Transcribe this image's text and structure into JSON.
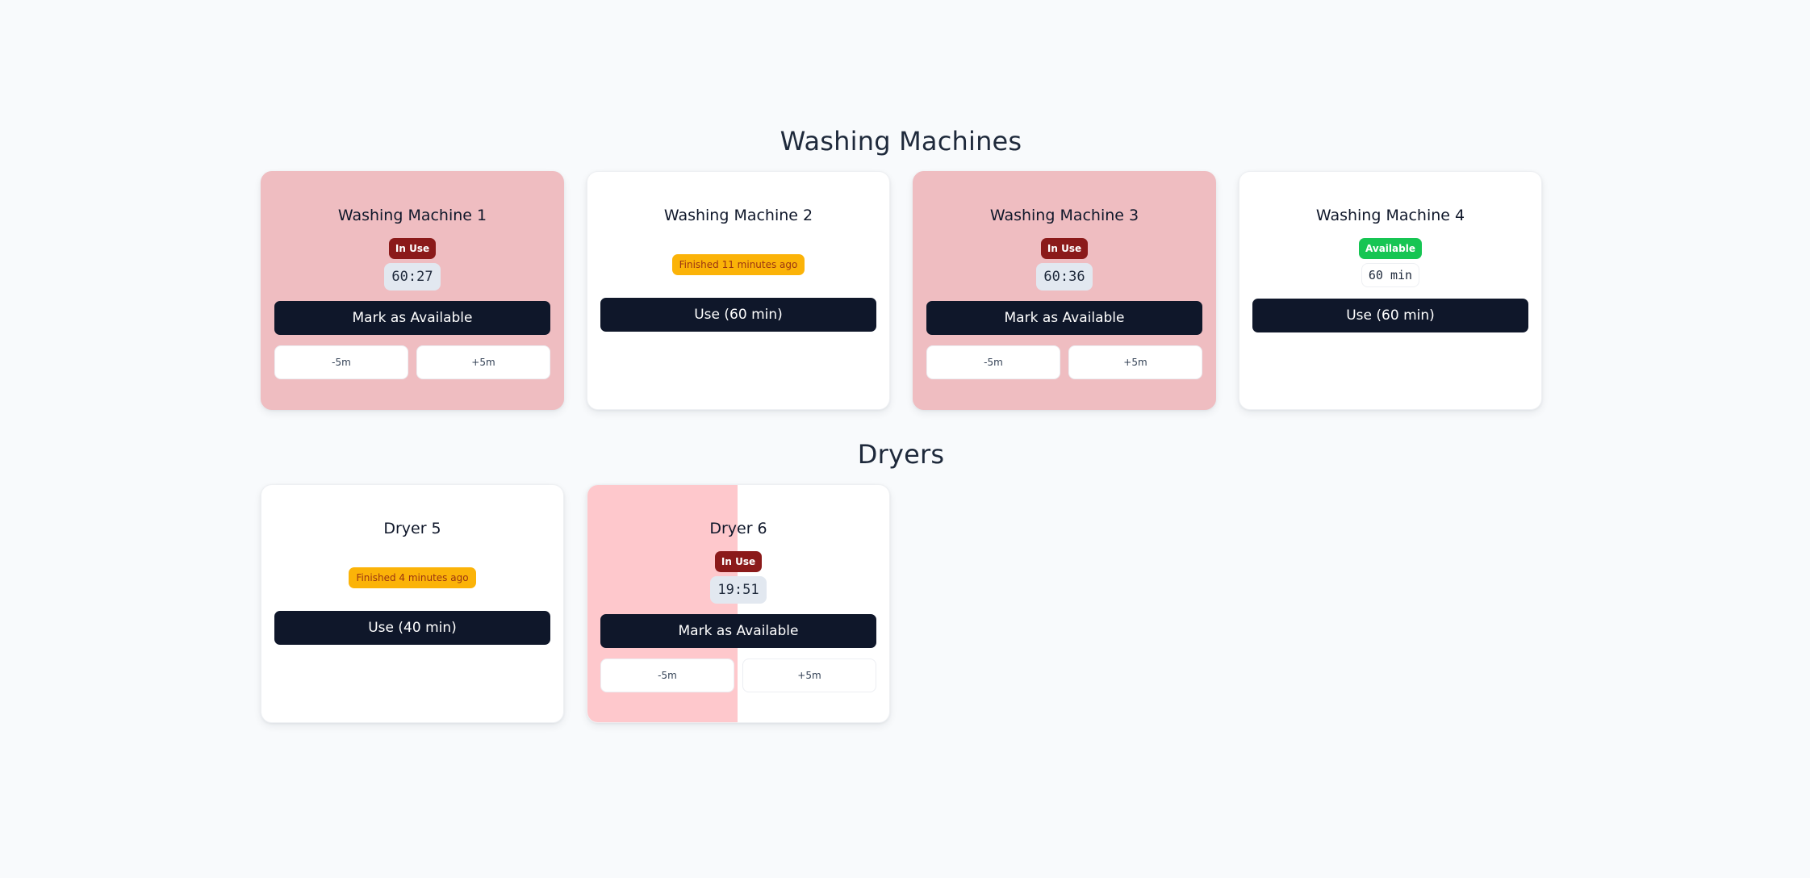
{
  "sections": {
    "washers": {
      "title": "Washing Machines",
      "machines": [
        {
          "name": "Washing Machine 1",
          "status": "In Use",
          "timer": "60:27",
          "action_label": "Mark as Available",
          "minus_label": "-5m",
          "plus_label": "+5m"
        },
        {
          "name": "Washing Machine 2",
          "status": "Finished 11 minutes ago",
          "action_label": "Use (60 min)"
        },
        {
          "name": "Washing Machine 3",
          "status": "In Use",
          "timer": "60:36",
          "action_label": "Mark as Available",
          "minus_label": "-5m",
          "plus_label": "+5m"
        },
        {
          "name": "Washing Machine 4",
          "status": "Available",
          "duration": "60 min",
          "action_label": "Use (60 min)"
        }
      ]
    },
    "dryers": {
      "title": "Dryers",
      "machines": [
        {
          "name": "Dryer 5",
          "status": "Finished 4 minutes ago",
          "action_label": "Use (40 min)"
        },
        {
          "name": "Dryer 6",
          "status": "In Use",
          "timer": "19:51",
          "action_label": "Mark as Available",
          "minus_label": "-5m",
          "plus_label": "+5m",
          "progress_percent": 49.6
        }
      ]
    }
  },
  "colors": {
    "page_bg": "#f8fafc",
    "in_use_card_bg": "#efbdc1",
    "progress_fill": "#fec8cc",
    "in_use_badge": "#8b1a1a",
    "available_badge": "#16c553",
    "finished_badge": "#fbb308",
    "primary_button": "#0f172a"
  }
}
